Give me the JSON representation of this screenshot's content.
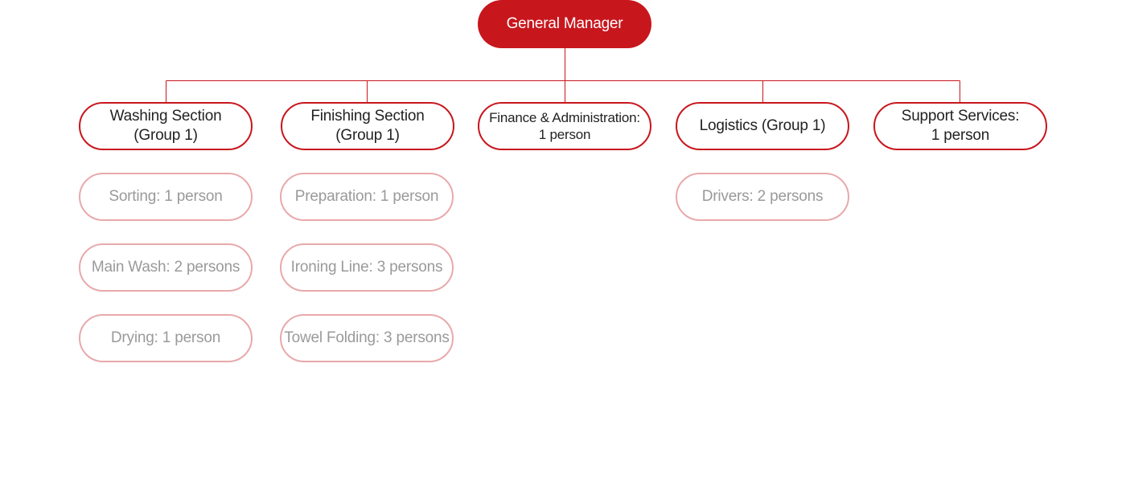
{
  "chart": {
    "root": {
      "label": "General Manager"
    },
    "sections": [
      {
        "label": "Washing Section\n(Group 1)",
        "children": [
          "Sorting: 1 person",
          "Main Wash: 2 persons",
          "Drying: 1 person"
        ]
      },
      {
        "label": "Finishing Section\n(Group 1)",
        "children": [
          "Preparation: 1 person",
          "Ironing Line: 3 persons",
          "Towel Folding: 3 persons"
        ]
      },
      {
        "label": "Finance & Administration:\n1 person",
        "children": []
      },
      {
        "label": "Logistics (Group 1)",
        "children": [
          "Drivers: 2 persons"
        ]
      },
      {
        "label": "Support Services:\n1 person",
        "children": []
      }
    ]
  },
  "colors": {
    "primary": "#c8161d",
    "sub_border": "#e8a9ab",
    "sub_text": "#9a9a9a",
    "section_text": "#222222"
  }
}
